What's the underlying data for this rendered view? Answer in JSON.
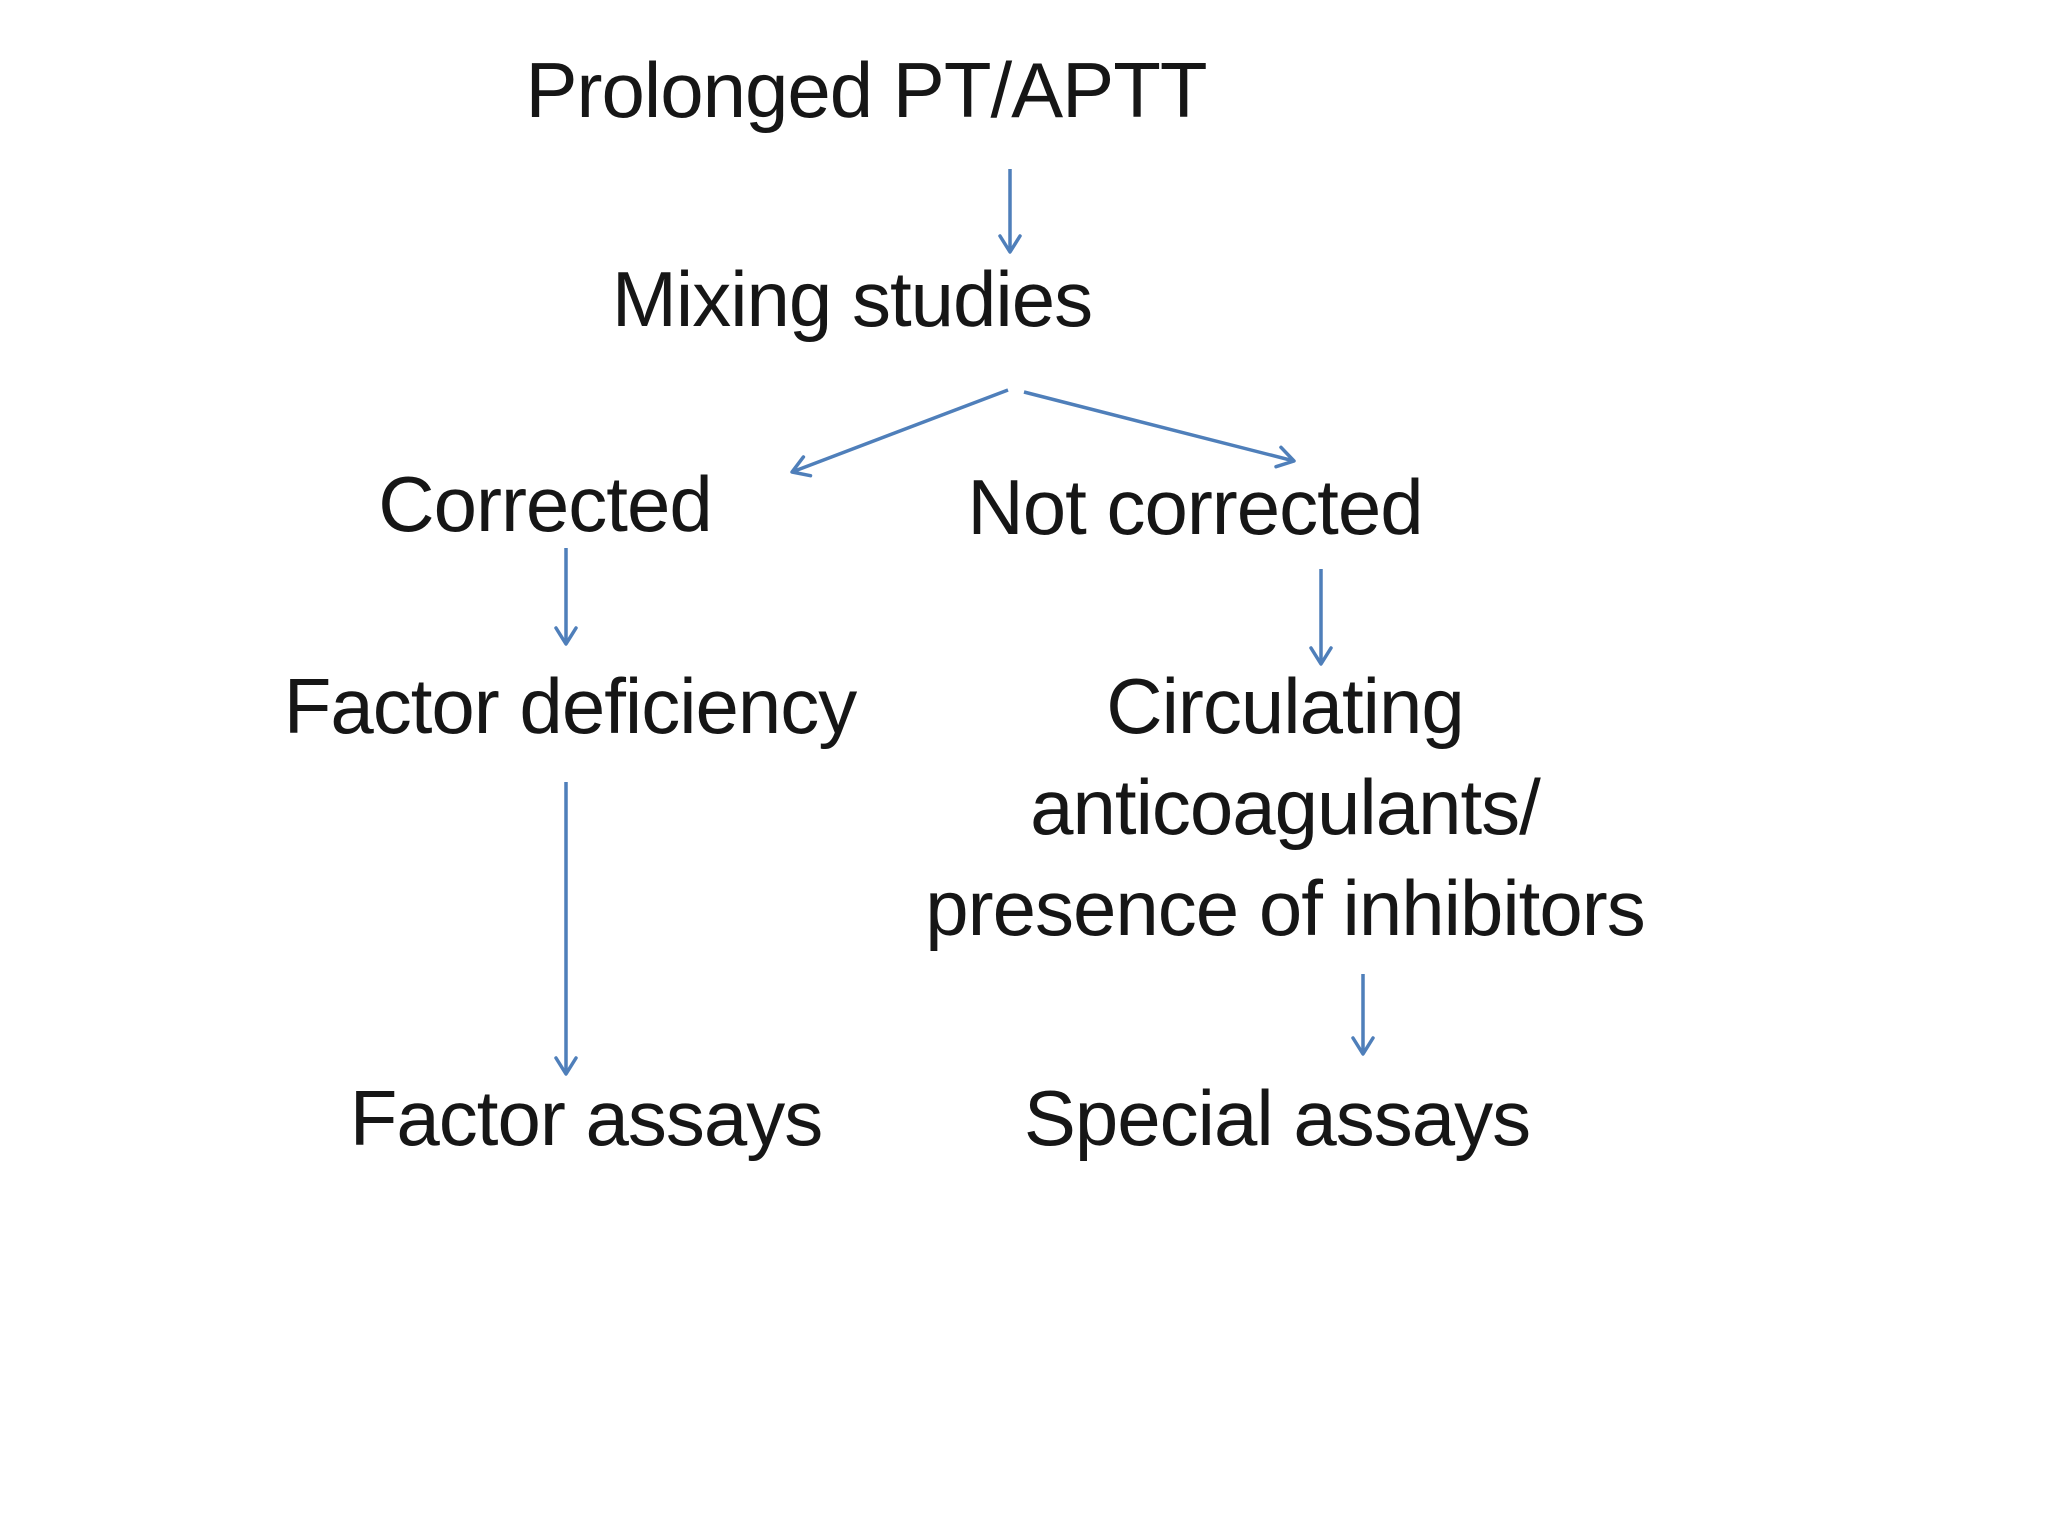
{
  "diagram": {
    "background_color": "#ffffff",
    "text_color": "#161616",
    "arrow_color": "#4f7fba",
    "nodes": {
      "prolonged_pt_aptt": {
        "label": "Prolonged PT/APTT"
      },
      "mixing_studies": {
        "label": "Mixing studies"
      },
      "corrected": {
        "label": "Corrected"
      },
      "not_corrected": {
        "label": "Not corrected"
      },
      "factor_deficiency": {
        "label": "Factor deficiency"
      },
      "circulating_anticoagulants": {
        "lines": [
          "Circulating",
          "anticoagulants/",
          "presence of inhibitors"
        ],
        "label": "Circulating anticoagulants/ presence of inhibitors"
      },
      "factor_assays": {
        "label": "Factor assays"
      },
      "special_assays": {
        "label": "Special assays"
      }
    },
    "edges": [
      {
        "from": "prolonged_pt_aptt",
        "to": "mixing_studies"
      },
      {
        "from": "mixing_studies",
        "to": "corrected"
      },
      {
        "from": "mixing_studies",
        "to": "not_corrected"
      },
      {
        "from": "corrected",
        "to": "factor_deficiency"
      },
      {
        "from": "not_corrected",
        "to": "circulating_anticoagulants"
      },
      {
        "from": "factor_deficiency",
        "to": "factor_assays"
      },
      {
        "from": "circulating_anticoagulants",
        "to": "special_assays"
      }
    ]
  }
}
